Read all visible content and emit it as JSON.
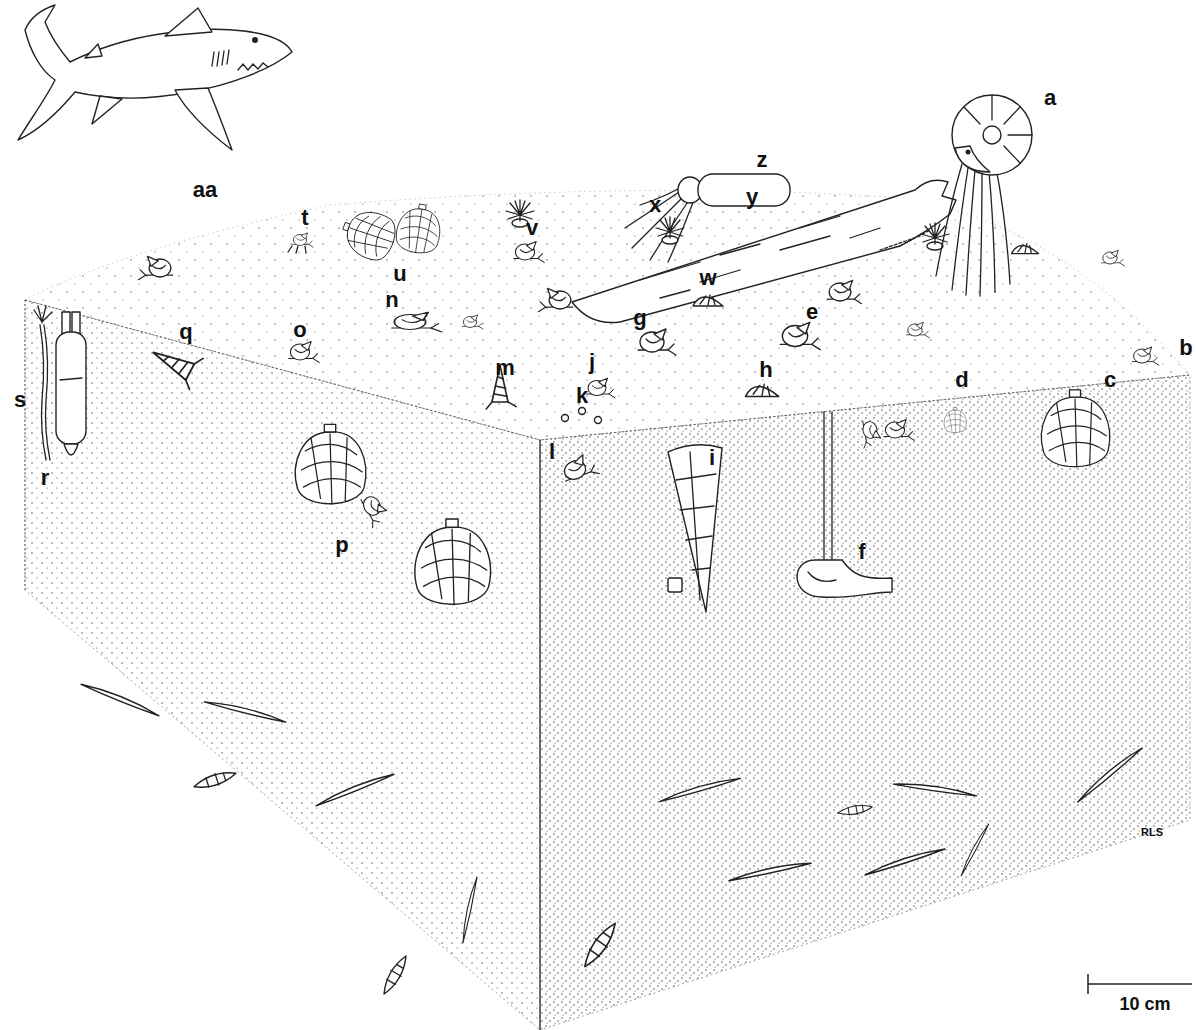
{
  "diagram": {
    "labels": [
      "aa",
      "z",
      "y",
      "x",
      "a",
      "t",
      "u",
      "v",
      "b",
      "w",
      "n",
      "o",
      "g",
      "e",
      "q",
      "m",
      "j",
      "h",
      "k",
      "d",
      "c",
      "s",
      "r",
      "p",
      "l",
      "i",
      "f",
      "RLS",
      "10 cm"
    ]
  }
}
